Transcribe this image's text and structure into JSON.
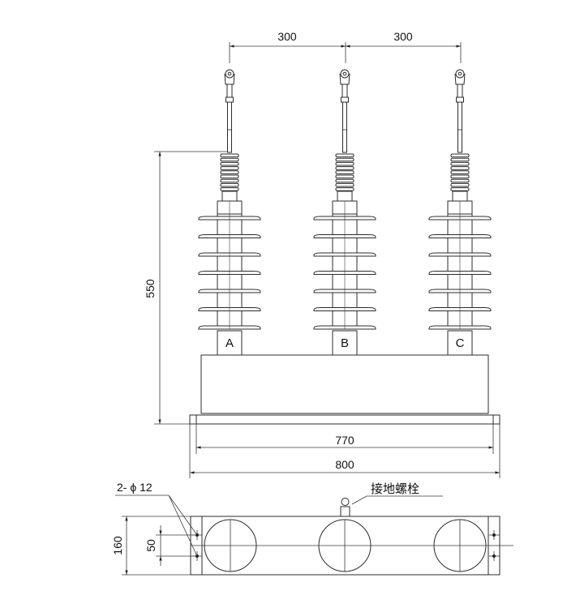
{
  "dimensions": {
    "top_spacing_left": "300",
    "top_spacing_right": "300",
    "height": "550",
    "inner_width": "770",
    "outer_width": "800",
    "base_depth": "160",
    "hole_spacing": "50"
  },
  "labels": {
    "phase_a": "A",
    "phase_b": "B",
    "phase_c": "C",
    "hole_spec": "2- ϕ 12",
    "grounding_bolt": "接地螺栓"
  }
}
